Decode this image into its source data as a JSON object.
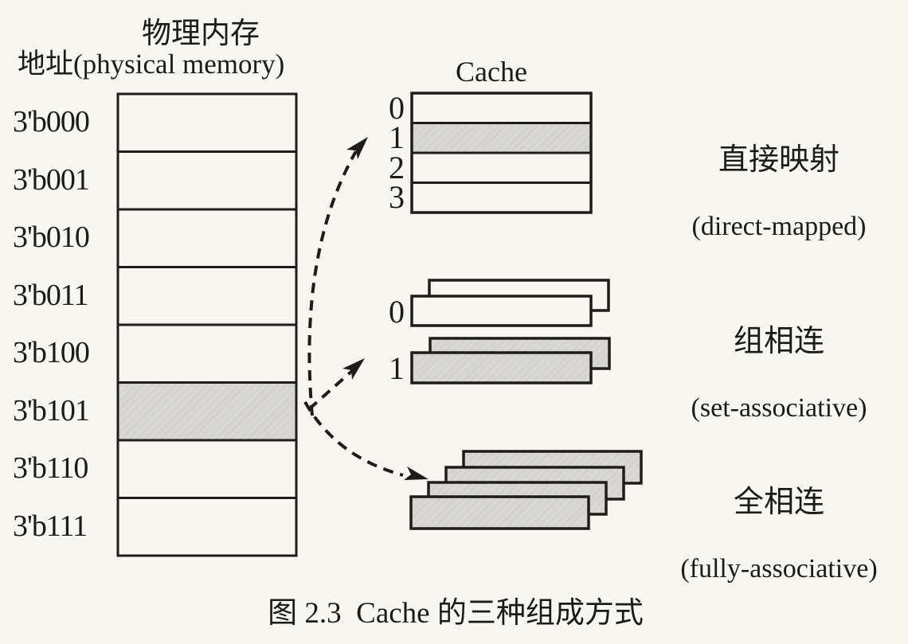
{
  "header": {
    "line1": "物理内存",
    "line2": "地址(physical memory)"
  },
  "memory": {
    "addresses": [
      "3'b000",
      "3'b001",
      "3'b010",
      "3'b011",
      "3'b100",
      "3'b101",
      "3'b110",
      "3'b111"
    ],
    "highlighted_address": "3'b101"
  },
  "cache_title": "Cache",
  "direct_mapped": {
    "label_zh": "直接映射",
    "label_en": "(direct-mapped)",
    "row_labels": [
      "0",
      "1",
      "2",
      "3"
    ],
    "highlighted_row": "1"
  },
  "set_associative": {
    "label_zh": "组相连",
    "label_en": "(set-associative)",
    "set_labels": [
      "0",
      "1"
    ],
    "ways_per_set": 2,
    "highlighted_set": "1"
  },
  "fully_associative": {
    "label_zh": "全相连",
    "label_en": "(fully-associative)",
    "lines_shown": 4
  },
  "mapping_arrows": {
    "source_address": "3'b101",
    "targets": [
      "direct-mapped row 1",
      "set-associative set 1",
      "fully-associative lines"
    ]
  },
  "caption": "图 2.3  Cache 的三种组成方式",
  "colors": {
    "background": "#f7f6f1",
    "line": "#1f1d1a",
    "shaded_fill": "#d8d7d2",
    "text": "#1b1b1b"
  }
}
